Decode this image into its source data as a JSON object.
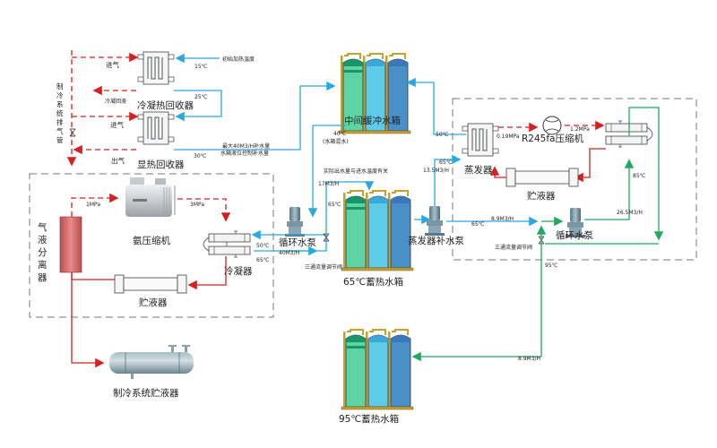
{
  "title": "制冷系统余热回收流程图",
  "colors": {
    "refrigerant": "#d42020",
    "cold_water": "#2aa8e0",
    "hot_water": "#22a860",
    "dash_box": "#777777"
  },
  "labels": {
    "condensing_heat_recovery": "冷凝热回收器",
    "sensible_heat_recovery": "显热回收器",
    "exhaust_pipe": [
      "制",
      "冷",
      "系",
      "统",
      "排",
      "气",
      "管"
    ],
    "inlet_gas_1": "进气",
    "inlet_gas_2": "进气",
    "outlet_gas": "出气",
    "condensate_return": "冷凝回液",
    "initial_temp": "初始加热温度",
    "t15": "15℃",
    "t25": "25℃",
    "t30": "30℃",
    "makeup_note_1": "最大40M3/H补水量",
    "makeup_note_2": "水箱液位控制补水量",
    "buffer_tank": "中间缓冲水箱",
    "t40": "40℃",
    "t40_note": "(水箱混水)",
    "actual_outflow_note": "实际出水量与进水温度有关",
    "flow_17": "17M3/H",
    "t65_a": "65℃",
    "tank_65": "65℃蓄热水箱",
    "circ_pump_left": "循环水泵",
    "flow_40": "40M3/H",
    "t50_a": "50℃",
    "t65_b": "65℃",
    "three_way_left": "三通流量调节阀",
    "gas_liquid_separator": [
      "气",
      "液",
      "分",
      "离",
      "器"
    ],
    "p_1mpa": "1MPa",
    "p_3mpa": "3MPa",
    "ammonia_compressor": "氨压缩机",
    "condenser": "冷凝器",
    "receiver_left": "贮液器",
    "refrig_receiver": "制冷系统贮液器",
    "t50_b": "50℃",
    "t65_c": "65℃",
    "flow_13_5": "13.5M3/H",
    "evaporator": "蒸发器",
    "p_019": "0.19MPa",
    "r245_compressor": "R245fa压缩机",
    "p_12": "1.2MPa",
    "receiver_right": "贮液器",
    "t85": "85℃",
    "flow_26_5": "26.5M3/H",
    "evap_makeup_pump": "蒸发器补水泵",
    "t65_d": "65℃",
    "flow_8_9_a": "8.9M3/H",
    "circ_pump_right": "循环水泵",
    "three_way_right": "三通流量调节阀",
    "t95": "95℃",
    "tank_95": "95℃蓄热水箱",
    "flow_8_9_b": "8.9M3/H"
  },
  "icons": {
    "heat_exchanger": "plate-heat-exchanger-icon",
    "water_tank": "triple-water-tank-icon",
    "pump": "vertical-pump-icon",
    "compressor": "compressor-icon",
    "valve": "three-way-valve-icon"
  }
}
